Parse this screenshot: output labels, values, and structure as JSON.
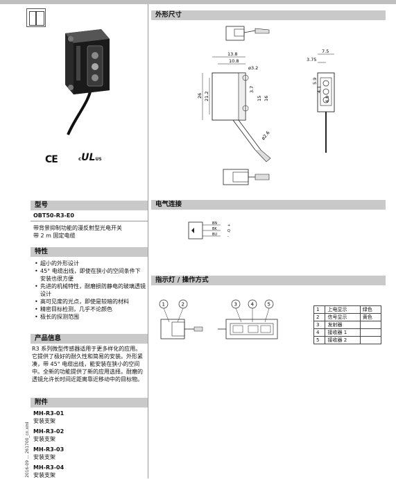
{
  "sections": {
    "dimensions": "外形尺寸",
    "model": "型号",
    "features": "特性",
    "electrical": "电气连接",
    "indicators": "指示灯 / 操作方式",
    "product_info": "产品信息",
    "accessories": "附件"
  },
  "model": {
    "code": "OBT50-R3-E0",
    "desc": [
      "带背景抑制功能的漫反射型光电开关",
      "带 2 m 固定电缆"
    ]
  },
  "features": [
    "超小的外形设计",
    "45° 电缆出线，即使在狭小的空间条件下安装也很方便",
    "先进的机械特性，耐磨损防静电的玻璃透镜设计",
    "高可见度的光点，即使是较暗的材料",
    "精密目标检测，几乎不论颜色",
    "极长的探测范围"
  ],
  "product_info": "R3 系列微型传感器适用于更多样化的应用。它提供了极好的耐久性和简易的安装。外形紧凑，带 45° 电缆出线，能安装在狭小的空间中。全新的功能提供了新的应用选择。耐磨的透镜允许长时间近距离靠近移动中的目标物。",
  "accessories": [
    {
      "code": "MH-R3-01",
      "desc": "安装支架"
    },
    {
      "code": "MH-R3-02",
      "desc": "安装支架"
    },
    {
      "code": "MH-R3-03",
      "desc": "安装支架"
    },
    {
      "code": "MH-R3-04",
      "desc": "安装支架"
    }
  ],
  "certs": {
    "ce": "CE",
    "ul": "US"
  },
  "dims": {
    "d13_8": "13.8",
    "d10_8": "10.8",
    "d3_2": "ø3.2",
    "d26": "26",
    "d21_2": "21.2",
    "d3_7": "3.7",
    "d15": "15",
    "d16": "16",
    "d2_6": "ø2.6",
    "d7_5": "7.5",
    "d3_75": "3.75",
    "d5_9": "5.9",
    "d4_1": "4.1",
    "d4_9": "4.9"
  },
  "wiring": {
    "bn": "BN",
    "bk": "BK",
    "bu": "BU",
    "plus": "+",
    "q": "Q",
    "minus": "-"
  },
  "indicators": {
    "callouts": [
      "1",
      "2",
      "3",
      "4",
      "5"
    ],
    "legend": [
      {
        "n": "1",
        "label": "上电显示",
        "color": "绿色"
      },
      {
        "n": "2",
        "label": "信号显示",
        "color": "黄色"
      },
      {
        "n": "3",
        "label": "发射器",
        "color": ""
      },
      {
        "n": "4",
        "label": "接收器 1",
        "color": ""
      },
      {
        "n": "5",
        "label": "接收器 2",
        "color": ""
      }
    ]
  },
  "footer_vertical": "2016-09 ... 261700_cn.xml"
}
